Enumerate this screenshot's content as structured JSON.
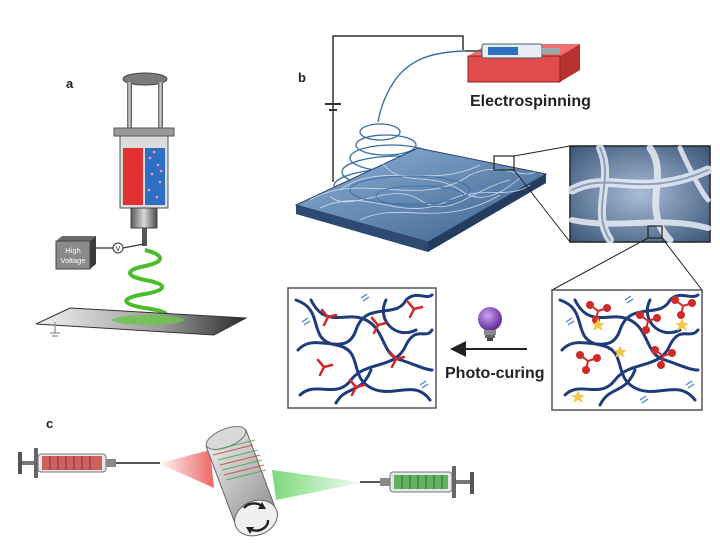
{
  "panels": {
    "a": {
      "letter": "a",
      "hv_label_line1": "High",
      "hv_label_line2": "Voltage",
      "voltmeter_symbol": "V"
    },
    "b": {
      "letter": "b",
      "method_label": "Electrospinning",
      "curing_label": "Photo-curing"
    },
    "c": {
      "letter": "c"
    }
  },
  "colors": {
    "red_ink": "#e03030",
    "blue_ink": "#2e6fc4",
    "green_jet": "#4cbc2c",
    "fiber_blue": "#3a6ea8",
    "network_navy": "#1e3b7a",
    "crosslink_red": "#d32828",
    "star_yellow": "#f2c84a",
    "bulb_purple": "#7a3db0",
    "pump_red": "#e04b4b"
  },
  "icons": {
    "bulb": "lightbulb-icon",
    "arrow": "arrow-left-icon",
    "ground": "ground-icon",
    "rotation": "rotation-arrows-icon"
  }
}
